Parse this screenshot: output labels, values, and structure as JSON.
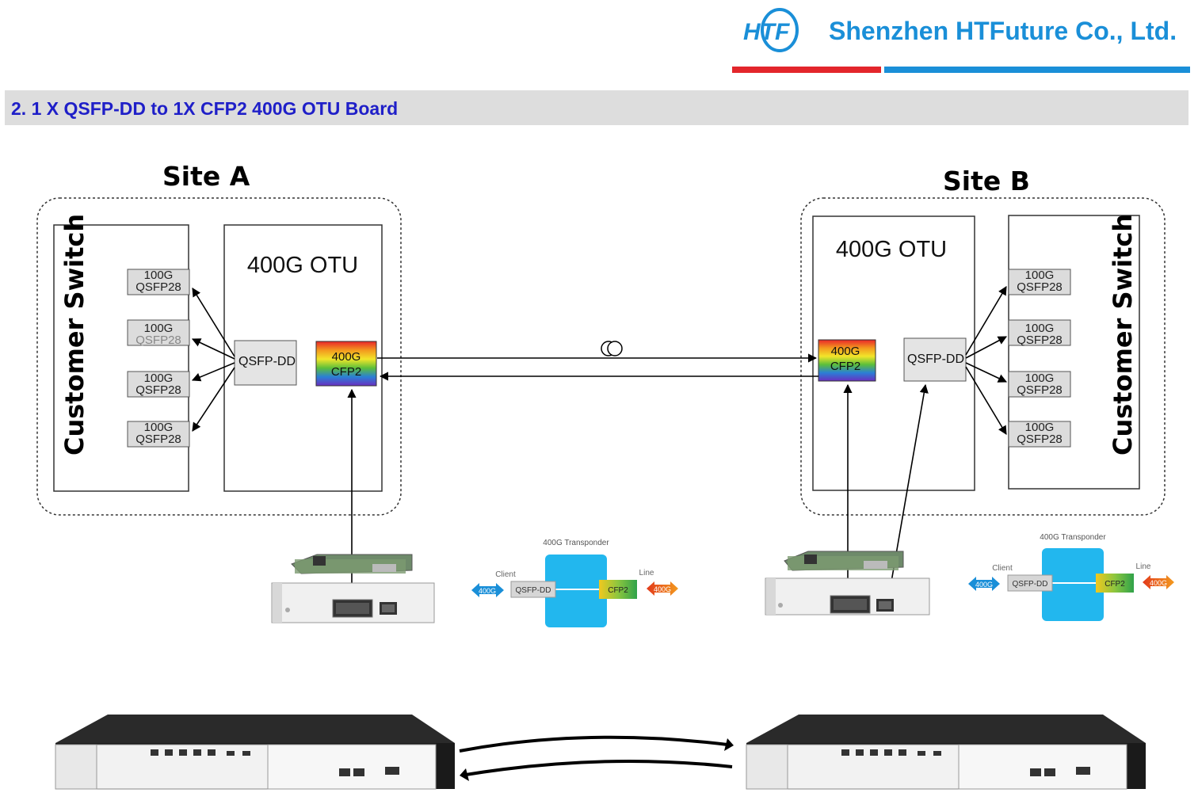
{
  "header": {
    "logo_text": "HTF",
    "company": "Shenzhen HTFuture Co., Ltd.",
    "colors": {
      "logo_blue": "#1a8fd8",
      "rule_red": "#e3262b",
      "rule_blue": "#1a8fd8"
    }
  },
  "section": {
    "title": "2.  1 X QSFP-DD to 1X CFP2 400G OTU Board",
    "title_color": "#1f1fc8",
    "band_color": "#dddddd"
  },
  "site_a": {
    "title": "Site A",
    "switch_label": "Customer Switch",
    "otu_label": "400G OTU",
    "ports": [
      {
        "line1": "100G",
        "line2": "QSFP28"
      },
      {
        "line1": "100G",
        "line2": "QSFP28"
      },
      {
        "line1": "100G",
        "line2": "QSFP28"
      },
      {
        "line1": "100G",
        "line2": "QSFP28"
      }
    ],
    "qsfp_dd": "QSFP-DD",
    "cfp2": {
      "line1": "400G",
      "line2": "CFP2"
    }
  },
  "site_b": {
    "title": "Site B",
    "switch_label": "Customer Switch",
    "otu_label": "400G OTU",
    "ports": [
      {
        "line1": "100G",
        "line2": "QSFP28"
      },
      {
        "line1": "100G",
        "line2": "QSFP28"
      },
      {
        "line1": "100G",
        "line2": "QSFP28"
      },
      {
        "line1": "100G",
        "line2": "QSFP28"
      }
    ],
    "qsfp_dd": "QSFP-DD",
    "cfp2": {
      "line1": "400G",
      "line2": "CFP2"
    }
  },
  "transponder_left": {
    "title": "400G Transponder",
    "client_label": "Client",
    "line_label": "Line",
    "client_rate": "400G",
    "line_rate": "400G",
    "client_module": "QSFP-DD",
    "line_module": "CFP2"
  },
  "transponder_right": {
    "title": "400G Transponder",
    "client_label": "Client",
    "line_label": "Line",
    "client_rate": "400G",
    "line_rate": "400G",
    "client_module": "QSFP-DD",
    "line_module": "CFP2"
  },
  "icons": {
    "fiber_coil": "fiber-coil-icon",
    "board_photo": "otu-board-icon",
    "chassis": "chassis-icon"
  }
}
